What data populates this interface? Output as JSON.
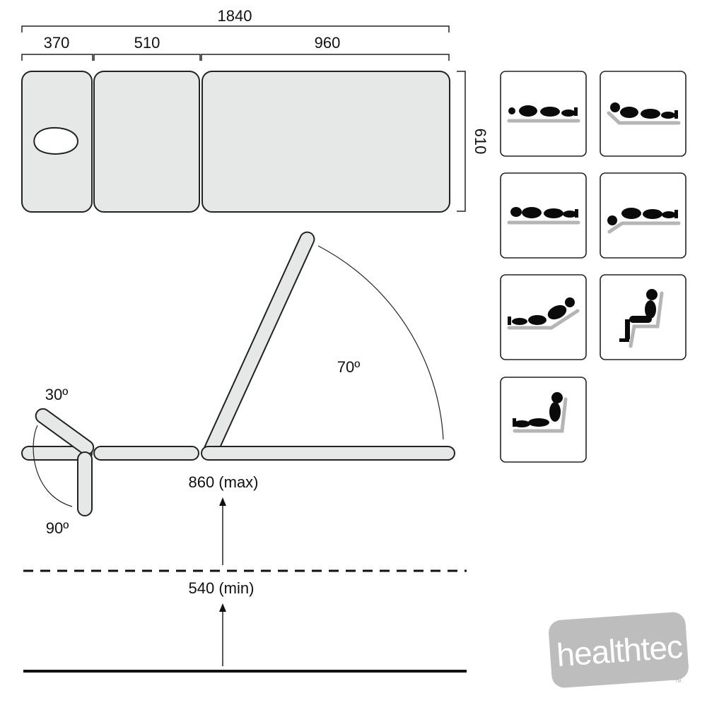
{
  "top_view": {
    "total_length": "1840",
    "segments": [
      "370",
      "510",
      "960"
    ],
    "width": "610"
  },
  "side_view": {
    "head_up_angle": "30º",
    "head_down_angle": "90º",
    "back_angle": "70º",
    "height_max": "860 (max)",
    "height_min": "540 (min)"
  },
  "positions": [
    "flat-supine",
    "head-raised",
    "flat-prone",
    "head-down-prone",
    "back-raised",
    "sitting",
    "upright-sitting"
  ],
  "logo": {
    "text": "healthtec",
    "tm": "TM",
    "color": "#bdbdbd"
  }
}
